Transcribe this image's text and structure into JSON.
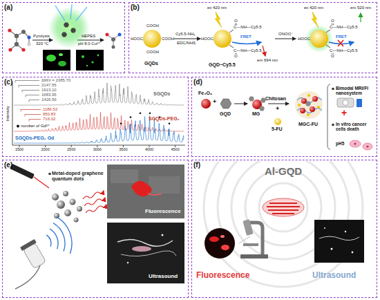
{
  "diagram": {
    "nodes": [
      {
        "text": [
          "(a)"
        ]
      },
      {
        "text": [
          "(b)"
        ]
      },
      {
        "text": [
          "(c)"
        ]
      },
      {
        "text": [
          "(d)"
        ]
      },
      {
        "text": [
          "(e)"
        ]
      },
      {
        "text": [
          "(f)"
        ]
      }
    ],
    "labels": [
      "Pyrolysis",
      "320 °C",
      "HEPES",
      "pH 8.0 Cu²⁺",
      "COOH",
      "HOOC",
      "COOH",
      "COOH",
      "GQDs",
      "Cy5.5-NH₂",
      "EDC/NHS",
      "ex 420 nm",
      "HOOC",
      "O",
      "C—NH—Cy5.5",
      "C—NH—Cy5.5",
      "O",
      "FRET",
      "em 694 nm",
      "GQD−Cy5.5",
      "ONOO⁻",
      "ex 420 nm",
      "em 520 nm",
      "HOOC",
      "O",
      "C—NH—Cy5.5",
      "C—NH—Cy5.5",
      "O",
      "FRET",
      "ΔM/z = 2385.70",
      "2147.55",
      "1913.10",
      "1683.95",
      "1426.59",
      "SGQDs",
      "1186.52",
      "950.83",
      "716.02",
      "SGQDs-PEG₂",
      "number of Gd³⁺",
      "SGQDs-PEG₂ Gd",
      "Intensity",
      "1500",
      "2000",
      "2500",
      "3000",
      "3500",
      "4000",
      "4500",
      "Fe₃O₄",
      "+",
      "GQD",
      "MG",
      "Chitosan",
      "+",
      "5-FU",
      "MGC-FU",
      "Bimodal MRI/FI nanosystem",
      "+",
      "In vitro cancer cells death",
      "pH5",
      "Metal-doped graphene quantum dots",
      "Fluorescence",
      "Ultrasound",
      "Al-GQD",
      "Fluorescence",
      "Ultrasound"
    ]
  }
}
